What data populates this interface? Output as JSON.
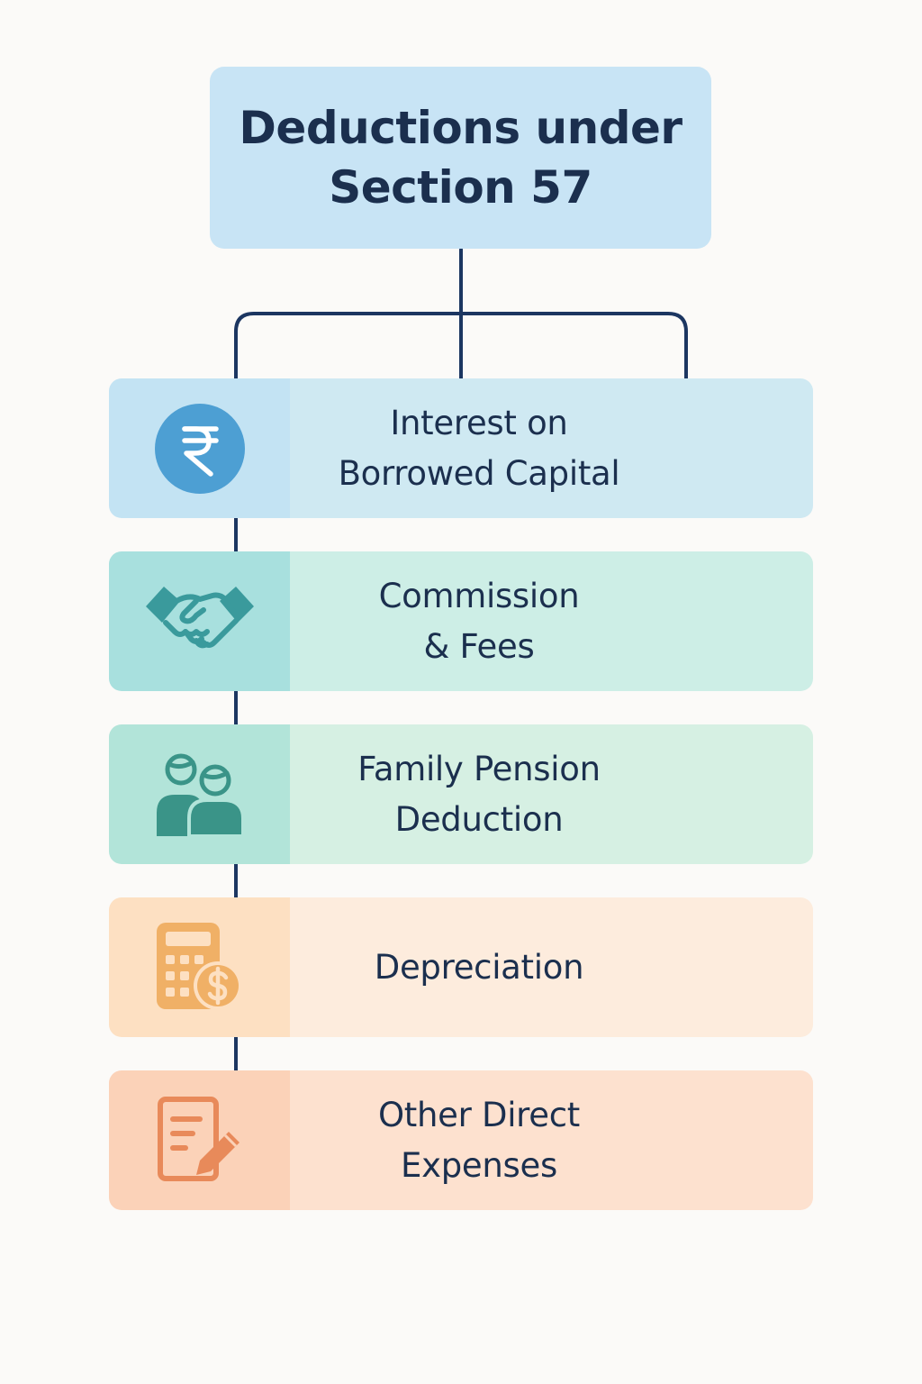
{
  "title": {
    "line1": "Deductions under",
    "line2": "Section 57"
  },
  "colors": {
    "title_bg": "#c8e4f5",
    "connector": "#1c3661",
    "text": "#1b2f4e"
  },
  "items": [
    {
      "line1": "Interest on",
      "line2": "Borrowed Capital",
      "icon": "rupee-icon",
      "icon_bg": "#c3e3f3",
      "label_bg": "#cfe9f2",
      "icon_color": "#4d9fd3"
    },
    {
      "line1": "Commission",
      "line2": "& Fees",
      "icon": "handshake-icon",
      "icon_bg": "#a8e0de",
      "label_bg": "#cdeee6",
      "icon_color": "#3a9a9c"
    },
    {
      "line1": "Family Pension",
      "line2": "Deduction",
      "icon": "people-icon",
      "icon_bg": "#b2e4d9",
      "label_bg": "#d6f0e3",
      "icon_color": "#3a9488"
    },
    {
      "line1": "Depreciation",
      "line2": "",
      "icon": "calculator-dollar-icon",
      "icon_bg": "#fde0c2",
      "label_bg": "#fdecdd",
      "icon_color": "#f0b066"
    },
    {
      "line1": "Other Direct",
      "line2": "Expenses",
      "icon": "document-pencil-icon",
      "icon_bg": "#fbd2b8",
      "label_bg": "#fde1cf",
      "icon_color": "#e88a5a"
    }
  ]
}
